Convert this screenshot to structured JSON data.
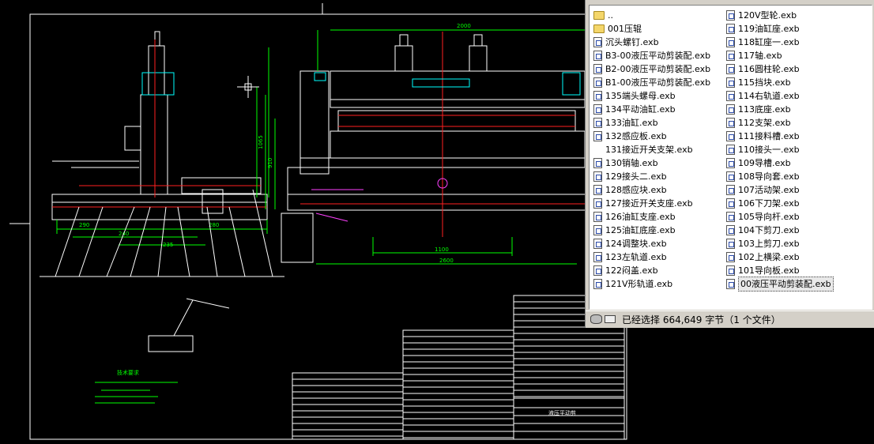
{
  "file_panel": {
    "column1": [
      {
        "label": "..",
        "icon": "folder-icon"
      },
      {
        "label": "001压辊",
        "icon": "folder-icon"
      },
      {
        "label": "沉头螺钉.exb",
        "icon": "document-icon"
      },
      {
        "label": "B3-00液压平动剪装配.exb",
        "icon": "document-icon"
      },
      {
        "label": "B2-00液压平动剪装配.exb",
        "icon": "document-icon"
      },
      {
        "label": "B1-00液压平动剪装配.exb",
        "icon": "document-icon"
      },
      {
        "label": "135端头螺母.exb",
        "icon": "document-icon"
      },
      {
        "label": "134平动油缸.exb",
        "icon": "document-icon"
      },
      {
        "label": "133油缸.exb",
        "icon": "document-icon"
      },
      {
        "label": "132感应板.exb",
        "icon": "document-icon"
      },
      {
        "label": "131接近开关支架.exb",
        "icon": "none"
      },
      {
        "label": "130销轴.exb",
        "icon": "document-icon"
      },
      {
        "label": "129接头二.exb",
        "icon": "document-icon"
      },
      {
        "label": "128感应块.exb",
        "icon": "document-icon"
      },
      {
        "label": "127接近开关支座.exb",
        "icon": "document-icon"
      },
      {
        "label": "126油缸支座.exb",
        "icon": "document-icon"
      },
      {
        "label": "125油缸底座.exb",
        "icon": "document-icon"
      },
      {
        "label": "124调整块.exb",
        "icon": "document-icon"
      },
      {
        "label": "123左轨道.exb",
        "icon": "document-icon"
      },
      {
        "label": "122闷盖.exb",
        "icon": "document-icon"
      },
      {
        "label": "121V形轨道.exb",
        "icon": "document-icon"
      }
    ],
    "column2": [
      {
        "label": "120V型轮.exb",
        "icon": "document-icon"
      },
      {
        "label": "119油缸座.exb",
        "icon": "document-icon"
      },
      {
        "label": "118缸座一.exb",
        "icon": "document-icon"
      },
      {
        "label": "117轴.exb",
        "icon": "document-icon"
      },
      {
        "label": "116圆柱轮.exb",
        "icon": "document-icon"
      },
      {
        "label": "115挡块.exb",
        "icon": "document-icon"
      },
      {
        "label": "114右轨道.exb",
        "icon": "document-icon"
      },
      {
        "label": "113底座.exb",
        "icon": "document-icon"
      },
      {
        "label": "112支架.exb",
        "icon": "document-icon"
      },
      {
        "label": "111接料槽.exb",
        "icon": "document-icon"
      },
      {
        "label": "110接头一.exb",
        "icon": "document-icon"
      },
      {
        "label": "109导槽.exb",
        "icon": "document-icon"
      },
      {
        "label": "108导向套.exb",
        "icon": "document-icon"
      },
      {
        "label": "107活动架.exb",
        "icon": "document-icon"
      },
      {
        "label": "106下刀架.exb",
        "icon": "document-icon"
      },
      {
        "label": "105导向杆.exb",
        "icon": "document-icon"
      },
      {
        "label": "104下剪刀.exb",
        "icon": "document-icon"
      },
      {
        "label": "103上剪刀.exb",
        "icon": "document-icon"
      },
      {
        "label": "102上横梁.exb",
        "icon": "document-icon"
      },
      {
        "label": "101导向板.exb",
        "icon": "document-icon"
      },
      {
        "label": "00液压平动剪装配.exb",
        "icon": "document-icon",
        "selected": true
      }
    ]
  },
  "status_bar": {
    "text": "已经选择 664,649 字节（1 个文件）"
  },
  "drawing": {
    "dims": {
      "top_width": "2000",
      "bottom_width_a": "1100",
      "bottom_width_b": "2600",
      "height_main": "1065",
      "height_sub": "910",
      "side_a": "290",
      "side_b": "240",
      "side_c": "235",
      "side_d": "280"
    },
    "notes_title": "技术要求",
    "title_block": "液压平动剪"
  },
  "colors": {
    "background": "#000000",
    "line_white": "#ffffff",
    "line_green": "#00ff00",
    "line_red": "#ff2020",
    "line_magenta": "#ff40ff",
    "line_cyan": "#00ffff"
  }
}
